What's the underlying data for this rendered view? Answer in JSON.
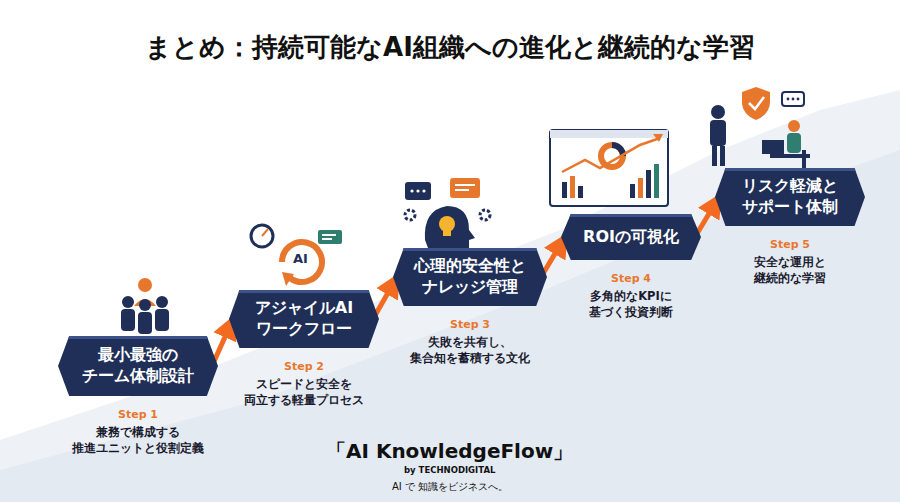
{
  "diagram": {
    "title": "まとめ：持続可能なAI組織への進化と継続的な学習",
    "nodes": [
      {
        "text": [
          "最小最強の チーム体制設計",
          "Step 1",
          "兼務で構成する 推進ユニットと役割定義"
        ]
      },
      {
        "text": [
          "アジャイルAI ワークフロー",
          "Step 2",
          "スピードと安全を 両立する軽量プロセス"
        ]
      },
      {
        "text": [
          "心理的安全性と ナレッジ管理",
          "Step 3",
          "失敗を共有し、 集合知を蓄積する文化"
        ]
      },
      {
        "text": [
          "ROIの可視化",
          "Step 4",
          "多角的なKPIに 基づく投資判断"
        ]
      },
      {
        "text": [
          "リスク軽減と サポート体制",
          "Step 5",
          "安全な運用と 継続的な学習"
        ]
      }
    ],
    "edges": [
      {
        "from": 0,
        "to": 1,
        "arrow": "to"
      },
      {
        "from": 1,
        "to": 2,
        "arrow": "to"
      },
      {
        "from": 2,
        "to": 3,
        "arrow": "to"
      },
      {
        "from": 3,
        "to": 4,
        "arrow": "to"
      }
    ],
    "labels": [
      "AI",
      "「AI KnowledgeFlow」",
      "by TECHNODIGITAL",
      "AI で 知識をビジネスへ。"
    ]
  }
}
